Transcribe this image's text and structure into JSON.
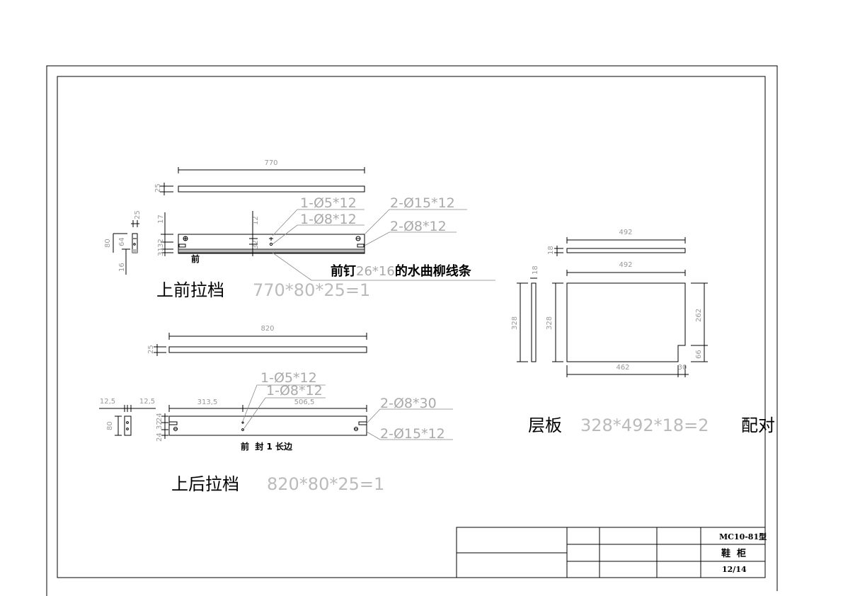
{
  "upper_front_rail": {
    "title": "上前拉档",
    "spec": "770*80*25=1",
    "length_dim": "770",
    "thickness_dim": "25",
    "side_dims": {
      "height": "80",
      "inner": "64",
      "bottom": "16",
      "width": "25"
    },
    "front_dims": {
      "top": "17",
      "a": "31",
      "b": "32",
      "mid_top": "12",
      "mid": "32"
    },
    "front_label": "前",
    "holes": [
      "1-Ø5*12",
      "1-Ø8*12",
      "2-Ø15*12",
      "2-Ø8*12"
    ],
    "note_prefix": "前钉",
    "note_size": "26*16",
    "note_suffix": "的水曲柳线条"
  },
  "upper_back_rail": {
    "title": "上后拉档",
    "spec": "820*80*25=1",
    "length_dim": "820",
    "thickness_dim": "25",
    "side_dims": {
      "left": "12,5",
      "right": "12,5",
      "height": "80"
    },
    "front_dims": {
      "left": "313,5",
      "right": "506,5",
      "a": "24",
      "b": "32",
      "c": "24"
    },
    "holes": [
      "1-Ø5*12",
      "1-Ø8*12",
      "2-Ø8*30",
      "2-Ø15*12"
    ],
    "edge_note": "前  封 1 长边"
  },
  "shelf": {
    "title": "层板",
    "spec": "328*492*18=2",
    "pair_note": "配对",
    "top_width": "492",
    "thickness": "18",
    "front_width": "492",
    "side_thickness": "18",
    "side_height": "328",
    "front_height": "328",
    "right_upper": "262",
    "right_lower": "66",
    "bottom_main": "462",
    "bottom_notch": "30"
  },
  "title_block": {
    "model": "MC10-81型",
    "name": "鞋  柜",
    "page": "12/14"
  }
}
